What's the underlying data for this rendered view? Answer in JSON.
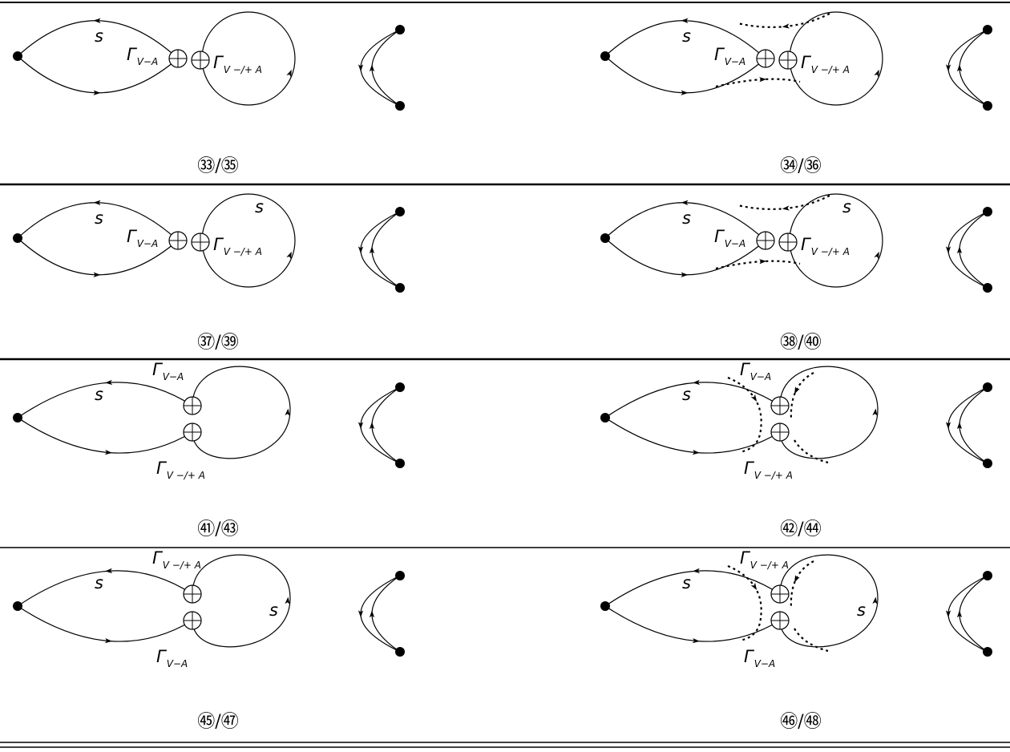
{
  "panels": [
    {
      "caption": "㉝/㉟",
      "layout": "horizontal",
      "dashed": false,
      "s_labels": [
        "left-top"
      ],
      "left_vertex": {
        "top": "Γ",
        "top_sub": "V−A"
      },
      "right_vertex": {
        "main": "Γ",
        "sub": "V −/+ A"
      }
    },
    {
      "caption": "㉞/㊱",
      "layout": "horizontal",
      "dashed": true,
      "s_labels": [
        "left-top"
      ],
      "left_vertex": {
        "top": "Γ",
        "top_sub": "V−A"
      },
      "right_vertex": {
        "main": "Γ",
        "sub": "V −/+ A"
      }
    },
    {
      "caption": "㊲/㊴",
      "layout": "horizontal",
      "dashed": false,
      "s_labels": [
        "left-top",
        "right-top"
      ],
      "left_vertex": {
        "top": "Γ",
        "top_sub": "V−A"
      },
      "right_vertex": {
        "main": "Γ",
        "sub": "V −/+ A"
      }
    },
    {
      "caption": "㊳/㊵",
      "layout": "horizontal",
      "dashed": true,
      "s_labels": [
        "left-top",
        "right-top"
      ],
      "left_vertex": {
        "top": "Γ",
        "top_sub": "V−A"
      },
      "right_vertex": {
        "main": "Γ",
        "sub": "V −/+ A"
      }
    },
    {
      "caption": "㊶/㊸",
      "layout": "vertical",
      "dashed": false,
      "s_labels": [
        "left-top"
      ],
      "top_vertex": {
        "main": "Γ",
        "sub": "V−A"
      },
      "bottom_vertex": {
        "main": "Γ",
        "sub": "V −/+ A"
      }
    },
    {
      "caption": "㊷/㊹",
      "layout": "vertical",
      "dashed": true,
      "s_labels": [
        "left-top"
      ],
      "top_vertex": {
        "main": "Γ",
        "sub": "V−A"
      },
      "bottom_vertex": {
        "main": "Γ",
        "sub": "V −/+ A"
      }
    },
    {
      "caption": "㊺/㊼",
      "layout": "vertical",
      "dashed": false,
      "s_labels": [
        "left-top",
        "right-mid"
      ],
      "top_vertex": {
        "main": "Γ",
        "sub": "V −/+ A"
      },
      "bottom_vertex": {
        "main": "Γ",
        "sub": "V−A"
      }
    },
    {
      "caption": "㊻/㊽",
      "layout": "vertical",
      "dashed": true,
      "s_labels": [
        "left-top",
        "right-mid"
      ],
      "top_vertex": {
        "main": "Γ",
        "sub": "V −/+ A"
      },
      "bottom_vertex": {
        "main": "Γ",
        "sub": "V−A"
      }
    }
  ],
  "s_text": "s"
}
